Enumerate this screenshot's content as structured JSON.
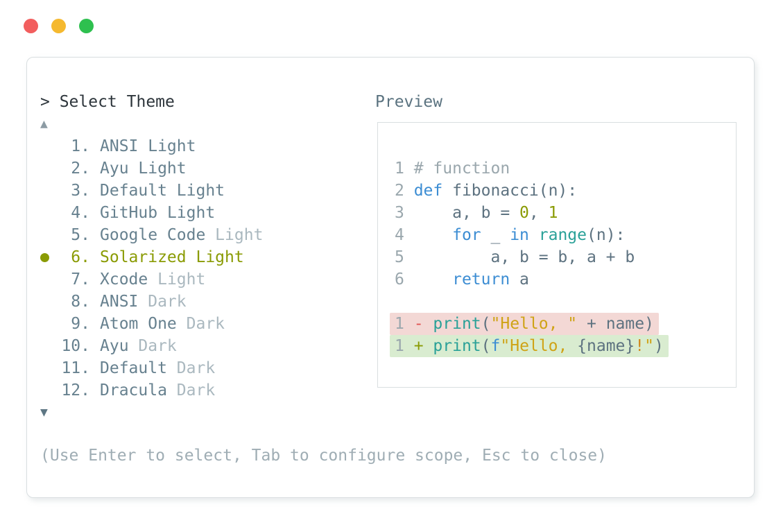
{
  "window": {
    "traffic_lights": [
      {
        "name": "close",
        "color": "#f25e5e"
      },
      {
        "name": "minimize",
        "color": "#f5b92f"
      },
      {
        "name": "maximize",
        "color": "#2ec04f"
      }
    ]
  },
  "picker": {
    "prompt": "> Select Theme",
    "scroll_up_icon": "▲",
    "scroll_down_icon": "▼",
    "items": [
      {
        "number": "1.",
        "name": "ANSI",
        "variant": "Light",
        "dim": false,
        "selected": false
      },
      {
        "number": "2.",
        "name": "Ayu",
        "variant": "Light",
        "dim": false,
        "selected": false
      },
      {
        "number": "3.",
        "name": "Default",
        "variant": "Light",
        "dim": false,
        "selected": false
      },
      {
        "number": "4.",
        "name": "GitHub",
        "variant": "Light",
        "dim": false,
        "selected": false
      },
      {
        "number": "5.",
        "name": "Google Code",
        "variant": "Light",
        "dim": true,
        "selected": false
      },
      {
        "number": "6.",
        "name": "Solarized",
        "variant": "Light",
        "dim": false,
        "selected": true
      },
      {
        "number": "7.",
        "name": "Xcode",
        "variant": "Light",
        "dim": true,
        "selected": false
      },
      {
        "number": "8.",
        "name": "ANSI",
        "variant": "Dark",
        "dim": true,
        "selected": false
      },
      {
        "number": "9.",
        "name": "Atom One",
        "variant": "Dark",
        "dim": true,
        "selected": false
      },
      {
        "number": "10.",
        "name": "Ayu",
        "variant": "Dark",
        "dim": true,
        "selected": false
      },
      {
        "number": "11.",
        "name": "Default",
        "variant": "Dark",
        "dim": true,
        "selected": false
      },
      {
        "number": "12.",
        "name": "Dracula",
        "variant": "Dark",
        "dim": true,
        "selected": false
      }
    ],
    "hint": "(Use Enter to select, Tab to configure scope, Esc to close)"
  },
  "preview": {
    "label": "Preview",
    "code_lines": [
      {
        "tokens": [
          [
            "1 ",
            "num"
          ],
          [
            "# function",
            "com"
          ]
        ]
      },
      {
        "tokens": [
          [
            "2 ",
            "num"
          ],
          [
            "def",
            "kw"
          ],
          [
            " fibonacci(n):",
            "code"
          ]
        ]
      },
      {
        "tokens": [
          [
            "3 ",
            "num"
          ],
          [
            "    a, b = ",
            "code"
          ],
          [
            "0",
            "lit"
          ],
          [
            ", ",
            "code"
          ],
          [
            "1",
            "lit"
          ]
        ]
      },
      {
        "tokens": [
          [
            "4 ",
            "num"
          ],
          [
            "    ",
            "code"
          ],
          [
            "for",
            "kw"
          ],
          [
            " _ ",
            "code"
          ],
          [
            "in",
            "kw"
          ],
          [
            " ",
            "code"
          ],
          [
            "range",
            "fn"
          ],
          [
            "(n):",
            "code"
          ]
        ]
      },
      {
        "tokens": [
          [
            "5 ",
            "num"
          ],
          [
            "        a, b = b, a + b",
            "code"
          ]
        ]
      },
      {
        "tokens": [
          [
            "6 ",
            "num"
          ],
          [
            "    ",
            "code"
          ],
          [
            "return",
            "kw"
          ],
          [
            " a",
            "code"
          ]
        ]
      },
      {
        "tokens": []
      },
      {
        "diff": "removed",
        "tokens": [
          [
            "1 ",
            "num"
          ],
          [
            "-",
            "minus"
          ],
          [
            " ",
            "code"
          ],
          [
            "print",
            "fn"
          ],
          [
            "(",
            "code"
          ],
          [
            "\"Hello, \"",
            "str"
          ],
          [
            " + name)",
            "code"
          ]
        ]
      },
      {
        "diff": "added",
        "tokens": [
          [
            "1 ",
            "num"
          ],
          [
            "+",
            "plus"
          ],
          [
            " ",
            "code"
          ],
          [
            "print",
            "fn"
          ],
          [
            "(",
            "code"
          ],
          [
            "f",
            "kw"
          ],
          [
            "\"Hello, ",
            "str"
          ],
          [
            "{name}",
            "code"
          ],
          [
            "!",
            "bang"
          ],
          [
            "\"",
            "str"
          ],
          [
            ")",
            "code"
          ]
        ]
      }
    ]
  },
  "colors": {
    "list_text": "#67818f",
    "list_dim": "#aab8bf",
    "prompt_text": "#2d353b",
    "selected": "#8a9b04",
    "hint_text": "#9fadb4",
    "preview_label": "#5b7380",
    "panel_border": "#d9dee0",
    "line_number": "#9aa7ad",
    "comment": "#9aa7ad",
    "code_default": "#5d7280",
    "keyword": "#3c8dd3",
    "function": "#2aa198",
    "number_literal": "#8a9b04",
    "string": "#cfa316",
    "diff_minus": "#e05454",
    "diff_removed_bg": "#f3d8d5",
    "diff_added_bg": "#d9ecd0",
    "scroll_up": "#8c9ba4",
    "scroll_down": "#5e7784"
  }
}
